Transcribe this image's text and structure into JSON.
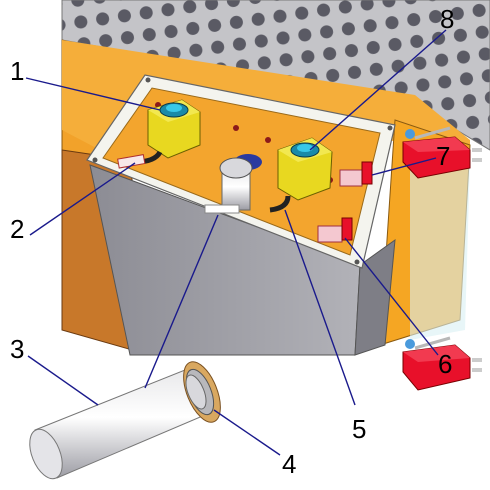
{
  "callouts": {
    "n1": "1",
    "n2": "2",
    "n3": "3",
    "n4": "4",
    "n5": "5",
    "n6": "6",
    "n7": "7",
    "n8": "8"
  },
  "colors": {
    "leader": "#1a1a8c",
    "orange": "#f5a623",
    "box_gray": "#9a9aa0",
    "plate": "#f0f0ec",
    "valve_yellow": "#e8d820",
    "switch_red": "#e8102a",
    "grille": "#b8b8bc"
  }
}
